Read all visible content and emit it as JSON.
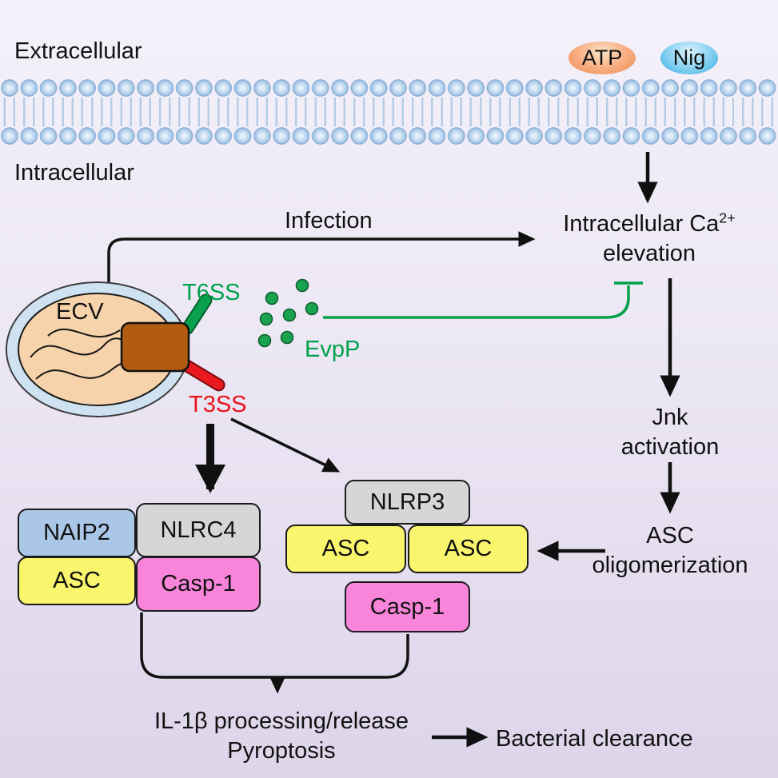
{
  "labels": {
    "extracellular": "Extracellular",
    "intracellular": "Intracellular",
    "atp": "ATP",
    "nig": "Nig",
    "infection": "Infection",
    "ca_elevation_line1": "Intracellular Ca",
    "ca_elevation_sup": "2+",
    "ca_elevation_line2": "elevation",
    "ecv": "ECV",
    "t6ss": "T6SS",
    "evpp": "EvpP",
    "t3ss": "T3SS",
    "jnk_line1": "Jnk",
    "jnk_line2": "activation",
    "oligo_line1": "ASC",
    "oligo_line2": "oligomerization",
    "outcome_line1": "IL-1β processing/release",
    "outcome_line2": "Pyroptosis",
    "clearance": "Bacterial clearance"
  },
  "left_complex": {
    "naip2": "NAIP2",
    "nlrc4": "NLRC4",
    "asc": "ASC",
    "casp1": "Casp-1"
  },
  "mid_complex": {
    "nlrp3": "NLRP3",
    "asc_left": "ASC",
    "asc_right": "ASC",
    "casp1": "Casp-1"
  },
  "colors": {
    "background_top": "#f4f1fa",
    "background_bottom": "#ddd5ea",
    "membrane_head": "#abcbe8",
    "naip2_blue": "#aac7e8",
    "nlr_gray": "#d6d6d6",
    "asc_yellow": "#f9f56c",
    "casp1_pink": "#f885da",
    "t6ss_green": "#00a14b",
    "t3ss_red": "#e8131b",
    "atp_orange": "#f0884f",
    "nig_blue": "#35ace2",
    "bacterium_fill": "#f7d3ab",
    "bacterium_ring": "#cfe2f2",
    "apparatus_brown": "#b25c12",
    "arrow_black": "#111111"
  }
}
